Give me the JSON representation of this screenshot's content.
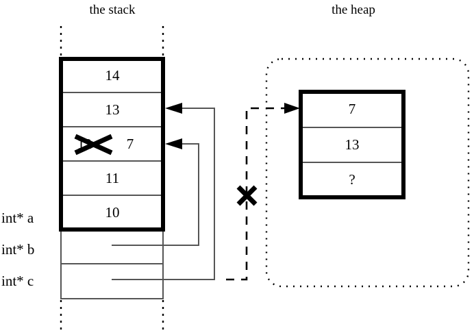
{
  "headings": {
    "stack": "the stack",
    "heap": "the heap"
  },
  "stack": {
    "cells": [
      {
        "value": "14"
      },
      {
        "value": "13"
      },
      {
        "value": "7",
        "old_value": "12",
        "crossed_out": true
      },
      {
        "value": "11"
      },
      {
        "value": "10"
      },
      {
        "value": ""
      },
      {
        "value": ""
      }
    ],
    "labels": [
      {
        "text": "int* a"
      },
      {
        "text": "int* b"
      },
      {
        "text": "int* c"
      }
    ]
  },
  "heap": {
    "cells": [
      {
        "value": "7"
      },
      {
        "value": "13"
      },
      {
        "value": "?"
      }
    ]
  },
  "annotations": {
    "cross_out_marks": [
      {
        "name": "stack-value-crossout"
      },
      {
        "name": "heap-pointer-crossout"
      }
    ]
  },
  "colors": {
    "ink": "#000000",
    "background": "#ffffff",
    "thin_rule": "#555555",
    "dotted_guide": "#000000"
  }
}
